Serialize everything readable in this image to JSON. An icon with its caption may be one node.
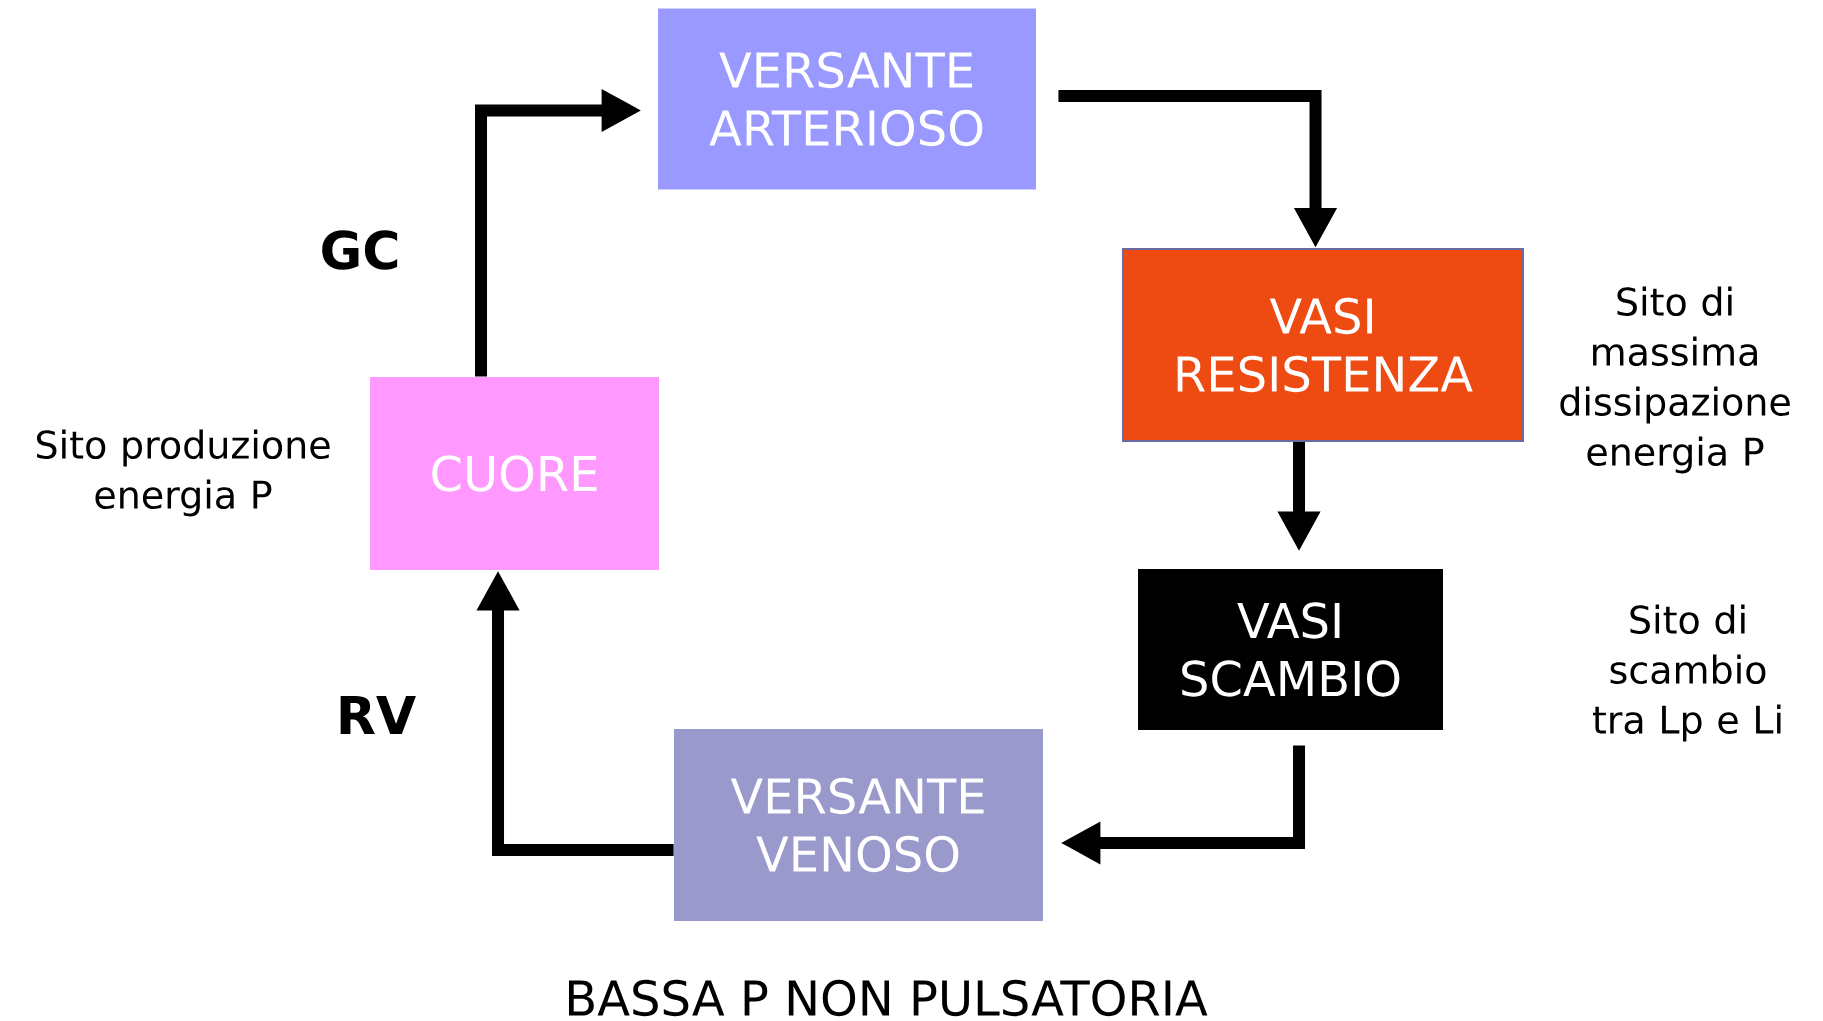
{
  "diagram": {
    "caption": "BASSA P NON PULSATORIA",
    "nodes": [
      {
        "text": [
          "VERSANTE ARTERIOSO"
        ]
      },
      {
        "text": [
          "VASI RESISTENZA"
        ],
        "beside": [
          "Sito di massima dissipazione energia P"
        ]
      },
      {
        "text": [
          "VASI SCAMBIO"
        ]
      },
      {
        "text": [
          "VERSANTE VENOSO"
        ]
      },
      {
        "text": [
          "CUORE"
        ],
        "beside": [
          "Sito produzione energia P"
        ]
      }
    ],
    "edges": [
      {
        "from": 4,
        "to": 0,
        "arrow": "to",
        "label": "GC"
      },
      {
        "from": 0,
        "to": 1,
        "arrow": "to"
      },
      {
        "from": 1,
        "to": 2,
        "arrow": "to"
      },
      {
        "from": 2,
        "to": 3,
        "arrow": "to"
      },
      {
        "from": 3,
        "to": 4,
        "arrow": "to",
        "label": "RV"
      }
    ],
    "labels": [
      "Sito di scambio tra Lp e Li"
    ]
  }
}
